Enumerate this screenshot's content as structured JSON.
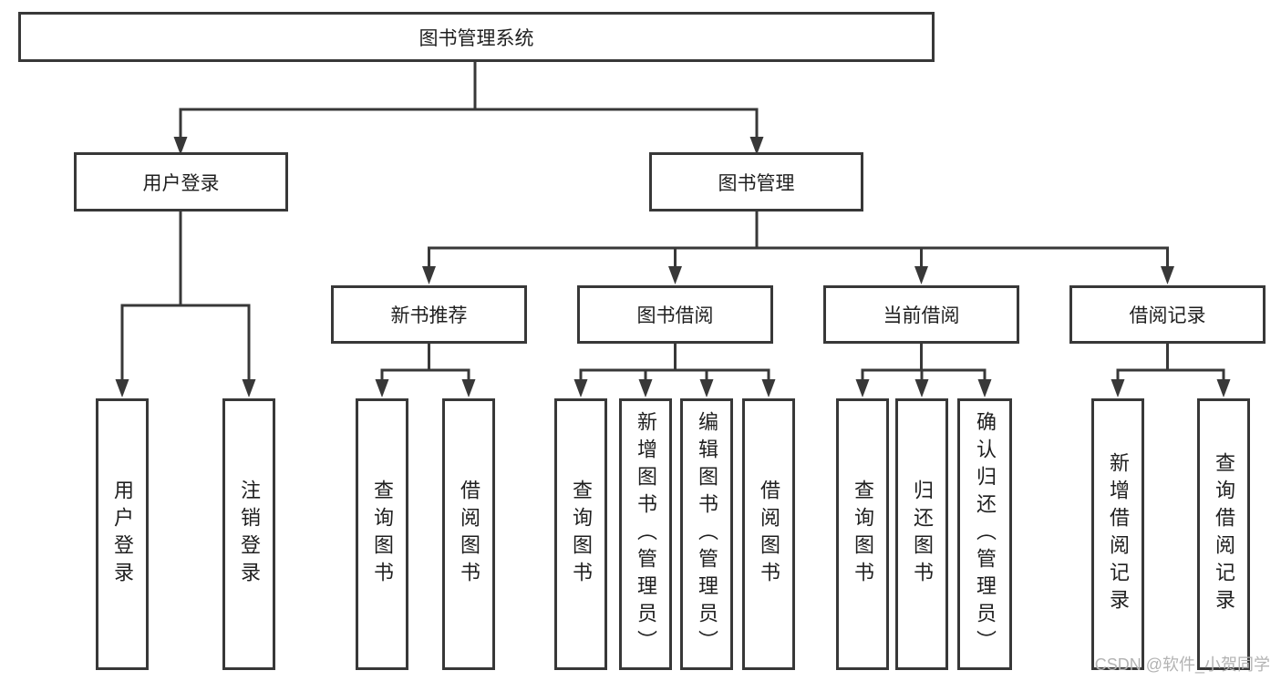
{
  "colors": {
    "line": "#383838",
    "box_border": "#383838",
    "text": "#1f1f1f",
    "background": "#ffffff",
    "watermark": "#b3b3b3"
  },
  "tree": {
    "root": "图书管理系统",
    "children": [
      {
        "label": "用户登录",
        "leaves": [
          "用户登录",
          "注销登录"
        ]
      },
      {
        "label": "图书管理",
        "children": [
          {
            "label": "新书推荐",
            "leaves": [
              "查询图书",
              "借阅图书"
            ]
          },
          {
            "label": "图书借阅",
            "leaves": [
              "查询图书",
              "新增图书（管理员）",
              "编辑图书（管理员）",
              "借阅图书"
            ]
          },
          {
            "label": "当前借阅",
            "leaves": [
              "查询图书",
              "归还图书",
              "确认归还（管理员）"
            ]
          },
          {
            "label": "借阅记录",
            "leaves": [
              "新增借阅记录",
              "查询借阅记录"
            ]
          }
        ]
      }
    ]
  },
  "watermark": {
    "text": "CSDN @软件_小贺同学"
  }
}
